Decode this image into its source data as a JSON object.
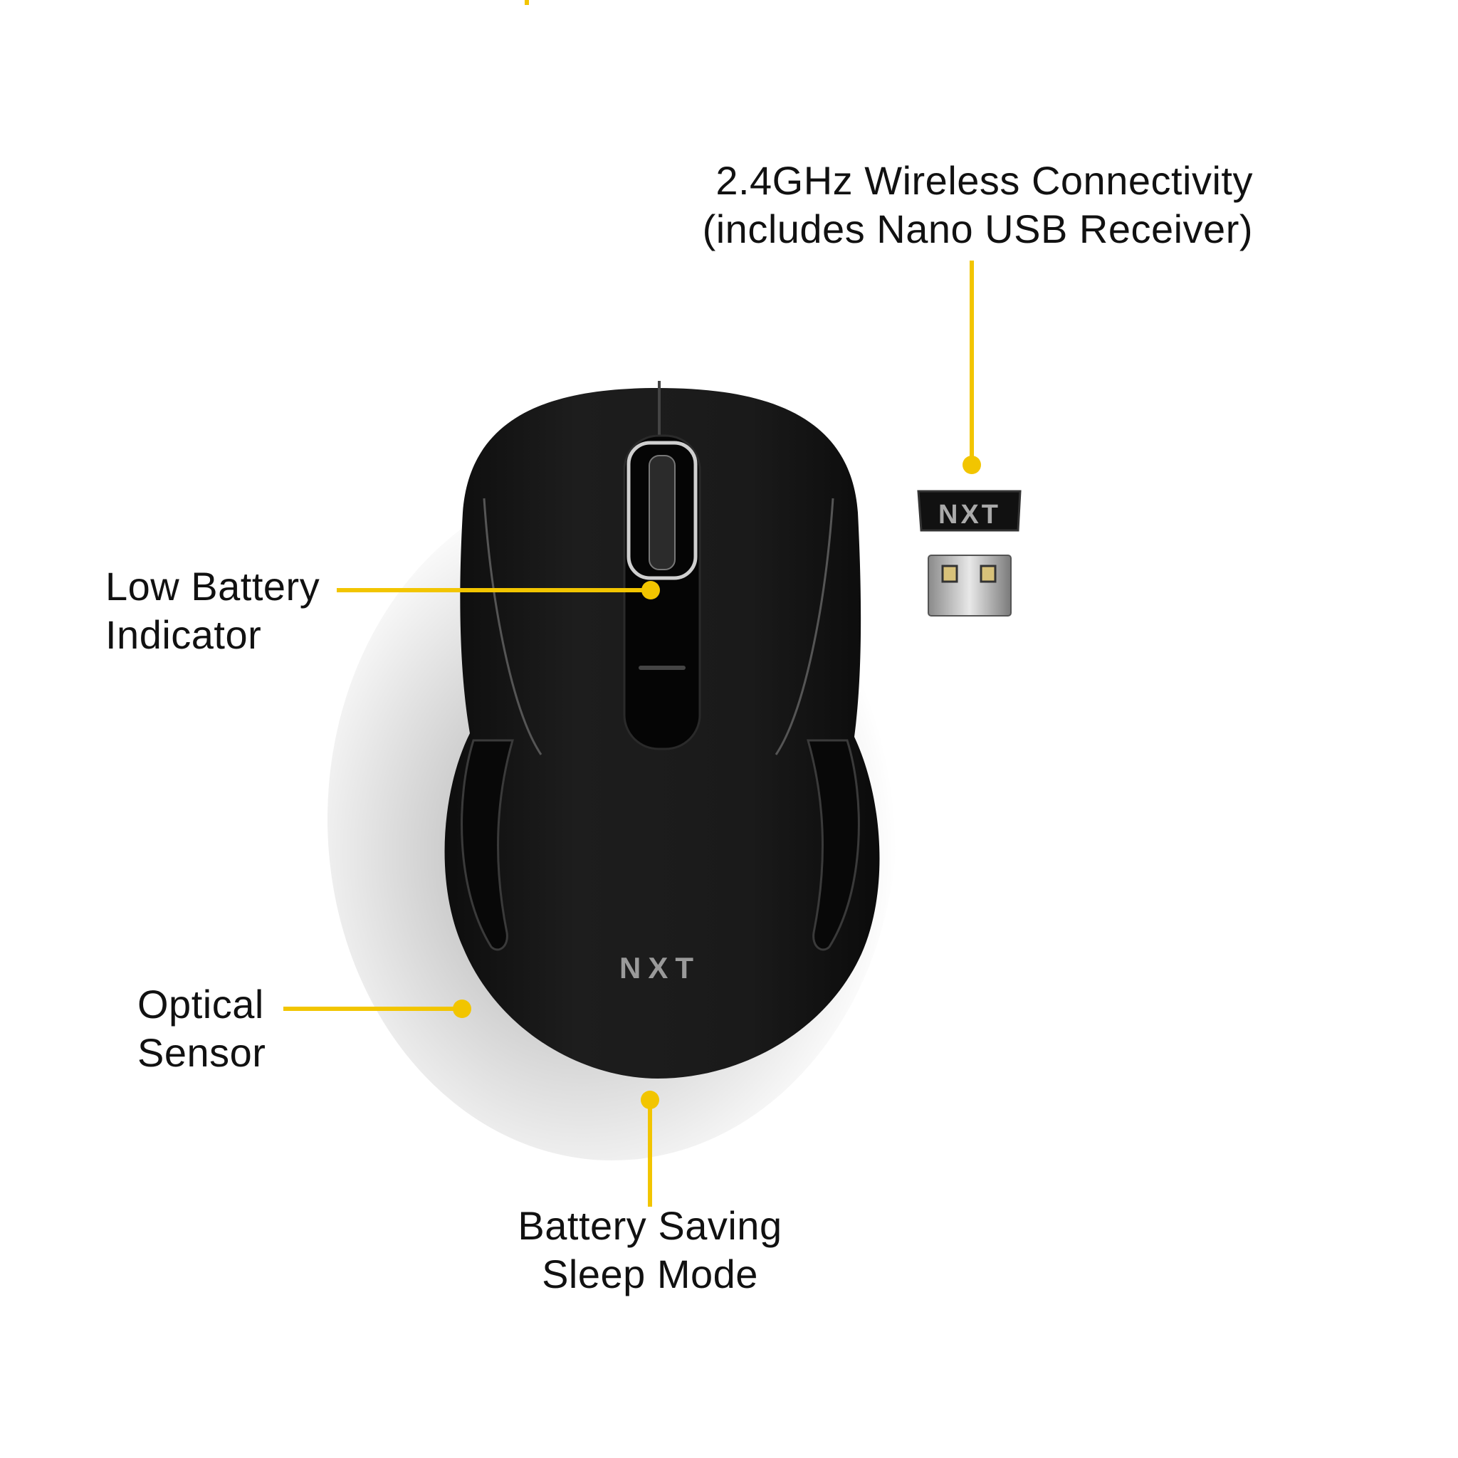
{
  "accent_color": "#F2C500",
  "product": {
    "brand_logo": "NXT",
    "receiver_logo": "NXT"
  },
  "callouts": {
    "wireless": {
      "line1": "2.4GHz Wireless Connectivity",
      "line2": "(includes Nano USB Receiver)"
    },
    "low_battery": {
      "line1": "Low Battery",
      "line2": "Indicator"
    },
    "optical": {
      "line1": "Optical",
      "line2": "Sensor"
    },
    "sleep": {
      "line1": "Battery Saving",
      "line2": "Sleep Mode"
    }
  }
}
